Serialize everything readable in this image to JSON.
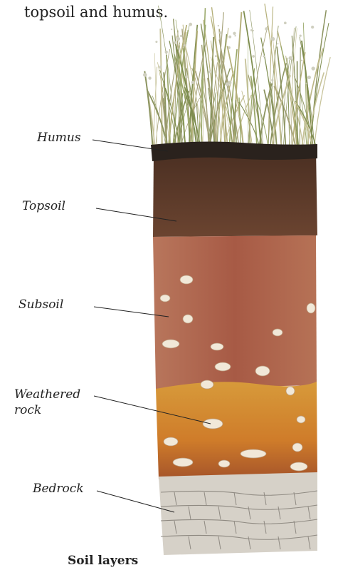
{
  "intro_text": "topsoil and humus.",
  "caption": "Soil layers",
  "layers": [
    {
      "id": "humus",
      "label_lines": [
        "Humus"
      ]
    },
    {
      "id": "topsoil",
      "label_lines": [
        "Topsoil"
      ]
    },
    {
      "id": "subsoil",
      "label_lines": [
        "Subsoil"
      ]
    },
    {
      "id": "weathered-rock",
      "label_lines": [
        "Weathered",
        "rock"
      ]
    },
    {
      "id": "bedrock",
      "label_lines": [
        "Bedrock"
      ]
    }
  ],
  "colors": {
    "humus": "#2a221d",
    "topsoil": "#5b3a28",
    "subsoil": "#a9654a",
    "weathered_rock": "#d88a32",
    "bedrock": "#d6d1c8",
    "grass": "#8a9a5a"
  }
}
